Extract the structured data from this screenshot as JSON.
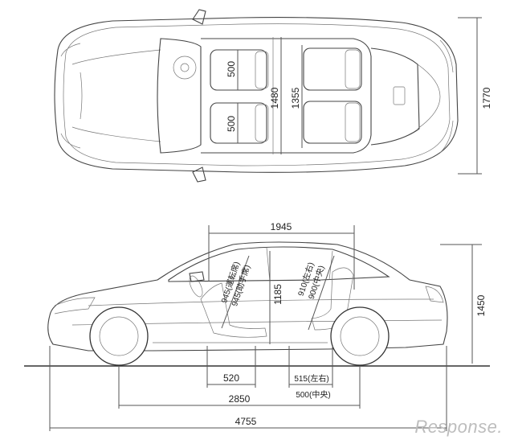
{
  "top_view": {
    "overall_width": "1770",
    "interior_width": "1480",
    "rear_interior_width": "1355",
    "front_seat_width_upper": "500",
    "front_seat_width_lower": "500"
  },
  "side_view": {
    "interior_length": "1945",
    "overall_height": "1450",
    "front_headroom_driver": "945(運転席)",
    "front_headroom_passenger": "945(助手席)",
    "interior_height": "1185",
    "rear_headroom_side": "910(左右)",
    "rear_headroom_center": "900(中央)",
    "front_seat_depth": "520",
    "rear_seat_depth_side": "515(左右)",
    "rear_seat_depth_center": "500(中央)",
    "wheelbase": "2850",
    "overall_length": "4755"
  },
  "watermark": "Response."
}
